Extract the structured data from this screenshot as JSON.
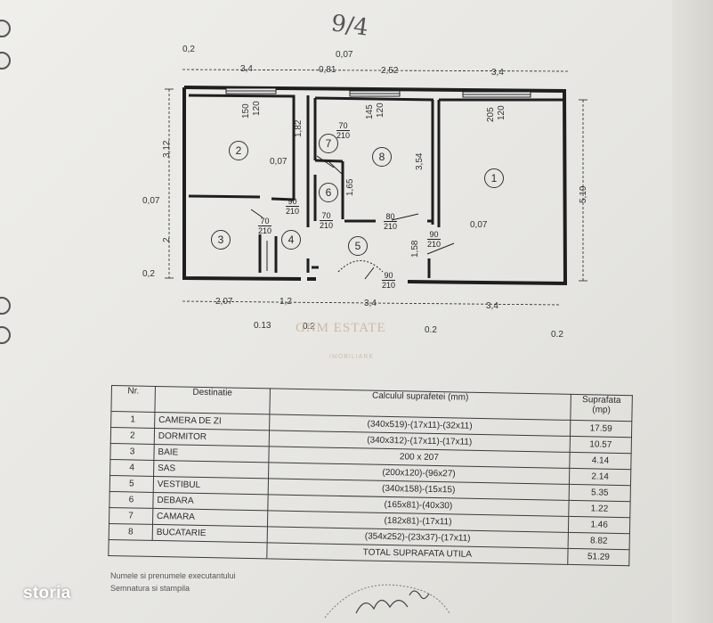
{
  "brand": {
    "name": "storia"
  },
  "watermark": {
    "line1": "GNM ESTATE",
    "line2": "IMOBILIARE"
  },
  "handwritten": {
    "page": "9/4"
  },
  "dimensions": {
    "top_02": "0,2",
    "top_007": "0,07",
    "top_34a": "3,4",
    "top_081": "0,81",
    "top_252": "2,52",
    "top_34b": "3,4",
    "left_312": "3,12",
    "left_007": "0,07",
    "left_2": "2",
    "left_02": "0,2",
    "right_519": "5,19",
    "bot_207": "2,07",
    "bot_12": "1,2",
    "bot_34a": "3,4",
    "bot_34b": "3,4",
    "bot_013": "0.13",
    "bot_02a": "0.2",
    "bot_02b": "0.2",
    "bot_02c": "0.2",
    "v_182": "1,82",
    "v_354": "3,54",
    "v_165": "1,65",
    "v_158": "1,58",
    "in_007a": "0,07",
    "in_007b": "0,07"
  },
  "windows": {
    "w2": {
      "top": "150",
      "bottom": "120"
    },
    "w8": {
      "top": "145",
      "bottom": "120"
    },
    "w1": {
      "top": "205",
      "bottom": "120"
    }
  },
  "doors": {
    "d7": {
      "top": "70",
      "bottom": "210"
    },
    "d6": {
      "top": "90",
      "bottom": "210"
    },
    "d6b": {
      "top": "70",
      "bottom": "210"
    },
    "d8": {
      "top": "80",
      "bottom": "210"
    },
    "d3": {
      "top": "70",
      "bottom": "210"
    },
    "d1": {
      "top": "90",
      "bottom": "210"
    },
    "dent": {
      "top": "90",
      "bottom": "210"
    }
  },
  "rooms": [
    "1",
    "2",
    "3",
    "4",
    "5",
    "6",
    "7",
    "8"
  ],
  "table": {
    "headers": {
      "nr": "Nr.",
      "dest": "Destinatie",
      "calc": "Calculul suprafetei (mm)",
      "sup": "Suprafata (mp)"
    },
    "rows": [
      {
        "nr": "1",
        "dest": "CAMERA DE ZI",
        "calc": "(340x519)-(17x11)-(32x11)",
        "sup": "17.59"
      },
      {
        "nr": "2",
        "dest": "DORMITOR",
        "calc": "(340x312)-(17x11)-(17x11)",
        "sup": "10.57"
      },
      {
        "nr": "3",
        "dest": "BAIE",
        "calc": "200 x 207",
        "sup": "4.14"
      },
      {
        "nr": "4",
        "dest": "SAS",
        "calc": "(200x120)-(96x27)",
        "sup": "2.14"
      },
      {
        "nr": "5",
        "dest": "VESTIBUL",
        "calc": "(340x158)-(15x15)",
        "sup": "5.35"
      },
      {
        "nr": "6",
        "dest": "DEBARA",
        "calc": "(165x81)-(40x30)",
        "sup": "1.22"
      },
      {
        "nr": "7",
        "dest": "CAMARA",
        "calc": "(182x81)-(17x11)",
        "sup": "1.46"
      },
      {
        "nr": "8",
        "dest": "BUCATARIE",
        "calc": "(354x252)-(23x37)-(17x11)",
        "sup": "8.82"
      }
    ],
    "total": {
      "label": "TOTAL SUPRAFATA UTILA",
      "value": "51.29"
    }
  },
  "footer": {
    "line1": "Numele si prenumele executantului",
    "line2": "Semnatura si stampila"
  },
  "colors": {
    "ink": "#2a2a2a",
    "paper": "#ebeae6",
    "watermark": "#c9bba6"
  }
}
